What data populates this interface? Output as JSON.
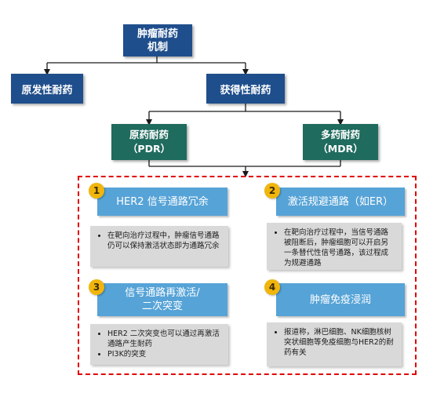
{
  "root": {
    "line1": "肿瘤耐药",
    "line2": "机制"
  },
  "primary": {
    "label": "原发性耐药"
  },
  "acquired": {
    "label": "获得性耐药"
  },
  "pdr": {
    "line1": "原药耐药",
    "line2": "（PDR）"
  },
  "mdr": {
    "line1": "多药耐药",
    "line2": "（MDR）"
  },
  "items": [
    {
      "number": "1",
      "title": "HER2 信号通路冗余",
      "notes": [
        "在靶向治疗过程中，肿瘤信号通路仍可以保持激活状态即为通路冗余"
      ]
    },
    {
      "number": "2",
      "title": "激活规避通路（如ER）",
      "notes": [
        "在靶向治疗过程中，当信号通路被阻断后，肿瘤细胞可以开启另一条替代性信号通路，该过程成为规避通路"
      ]
    },
    {
      "number": "3",
      "title_line1": "信号通路再激活/",
      "title_line2": "二次突变",
      "notes": [
        "HER2 二次突变也可以通过再激活通路产生耐药",
        "PI3K的突变"
      ]
    },
    {
      "number": "4",
      "title": "肿瘤免疫浸润",
      "notes": [
        "报道称，淋巴细胞、NK细胞核树突状细胞等免疫细胞与HER2的耐药有关"
      ]
    }
  ],
  "colors": {
    "navy": "#1f4e8c",
    "teal": "#1f6b5e",
    "sky": "#56a3d7",
    "badge": "#f1b60d",
    "dashed_border": "#e00000",
    "note_bg": "#d9d9d9"
  }
}
